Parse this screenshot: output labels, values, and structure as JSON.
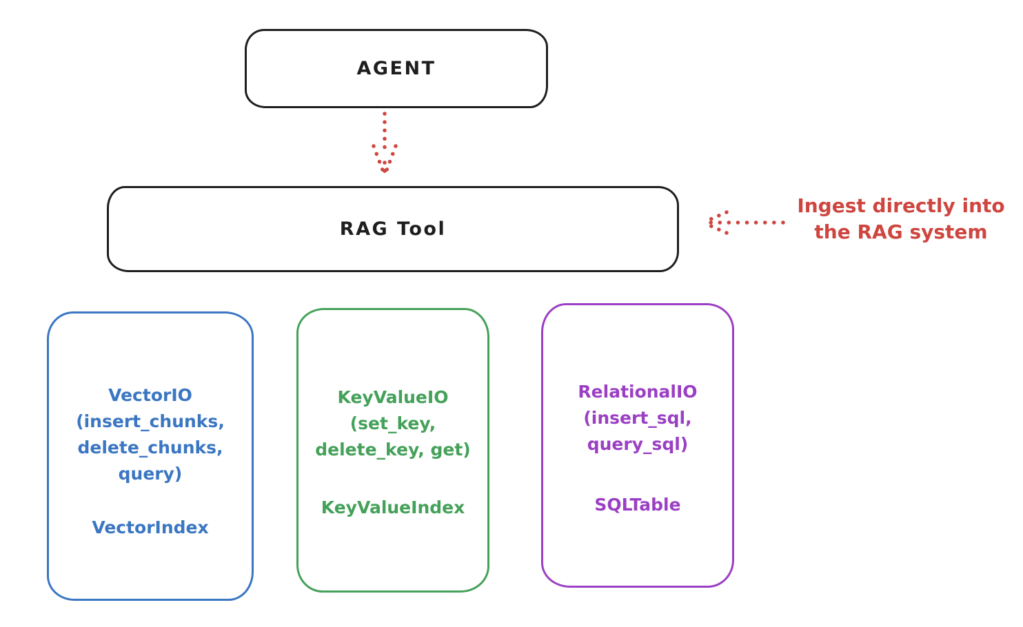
{
  "colors": {
    "stroke": "#1e1e1e",
    "red": "#ce463f",
    "blue": "#3a76c2",
    "green": "#44a159",
    "purple": "#9b3fc4",
    "background": "#ffffff"
  },
  "nodes": {
    "agent": {
      "label": "AGENT"
    },
    "rag_tool": {
      "label": "RAG Tool"
    },
    "vector_io": {
      "color": "#3a76c2",
      "lines": [
        "VectorIO",
        "(insert_chunks,",
        "delete_chunks,",
        "query)"
      ],
      "index_label": "VectorIndex"
    },
    "key_value_io": {
      "color": "#44a159",
      "lines": [
        "KeyValueIO",
        "(set_key,",
        "delete_key, get)"
      ],
      "index_label": "KeyValueIndex"
    },
    "relational_io": {
      "color": "#9b3fc4",
      "lines": [
        "RelationalIO",
        "(insert_sql,",
        "query_sql)"
      ],
      "index_label": "SQLTable"
    }
  },
  "annotation": {
    "color": "#ce463f",
    "lines": [
      "Ingest directly into",
      "the RAG system"
    ]
  },
  "connectors": {
    "agent_to_rag": {
      "style": "dotted",
      "color": "#ce463f",
      "direction": "down"
    },
    "annotation_to_rag": {
      "style": "dotted",
      "color": "#ce463f",
      "direction": "left"
    }
  }
}
